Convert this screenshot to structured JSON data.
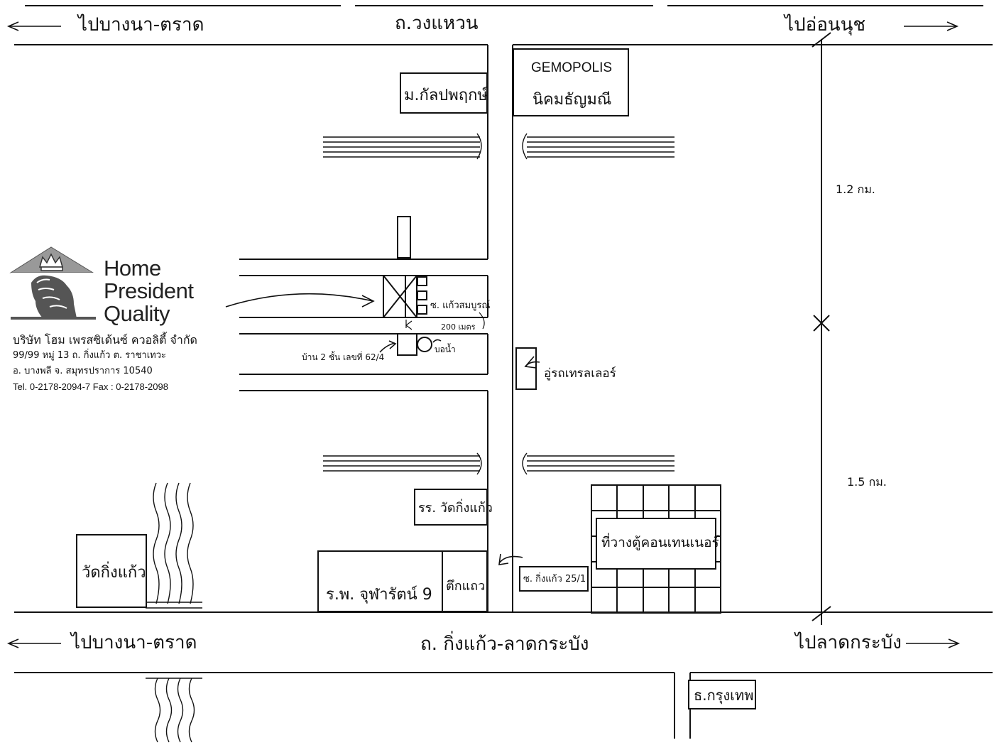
{
  "directions": {
    "top_left": "ไปบางนา-ตราด",
    "top_center": "ถ.วงแหวน",
    "top_right": "ไปอ่อนนุช",
    "bottom_left": "ไปบางนา-ตราด",
    "bottom_center": "ถ. กิ่งแก้ว-ลาดกระบัง",
    "bottom_right": "ไปลาดกระบัง"
  },
  "places": {
    "gemopolis": "GEMOPOLIS",
    "jewelry_estate": "นิคมธัญมณี",
    "village": "ม.กัลปพฤกษ์",
    "soi_kaew": "ซ. แก้วสมบูรณ์",
    "distance_200": "200 เมตร",
    "house": "บ้าน 2 ชั้น เลขที่ 62/4",
    "well": "บอน้ำ",
    "trailer": "อู่รถเทรลเลอร์",
    "school": "รร. วัดกิ่งแก้ว",
    "temple": "วัดกิ่งแก้ว",
    "hospital": "ร.พ. จุฬารัตน์  9",
    "shophouse": "ตึกแถว",
    "soi_25_1": "ซ. กิ่งแก้ว 25/1",
    "container_yard": "ที่วางตู้คอนเทนเนอร์",
    "bank": "ธ.กรุงเทพ",
    "dist_1_2": "1.2 กม.",
    "dist_1_5": "1.5 กม."
  },
  "company": {
    "brand_line1": "Home",
    "brand_line2": "President",
    "brand_line3": "Quality",
    "name_th": "บริษัท โฮม เพรสซิเด้นซ์ ควอลิตี้ จำกัด",
    "address1": "99/99  หมู่ 13  ถ. กิ่งแก้ว  ต. ราชาเทวะ",
    "address2": "อ. บางพลี   จ. สมุทรปราการ   10540",
    "phone": "Tel. 0-2178-2094-7   Fax : 0-2178-2098"
  },
  "colors": {
    "ink": "#111111",
    "logo_gray": "#777777"
  }
}
